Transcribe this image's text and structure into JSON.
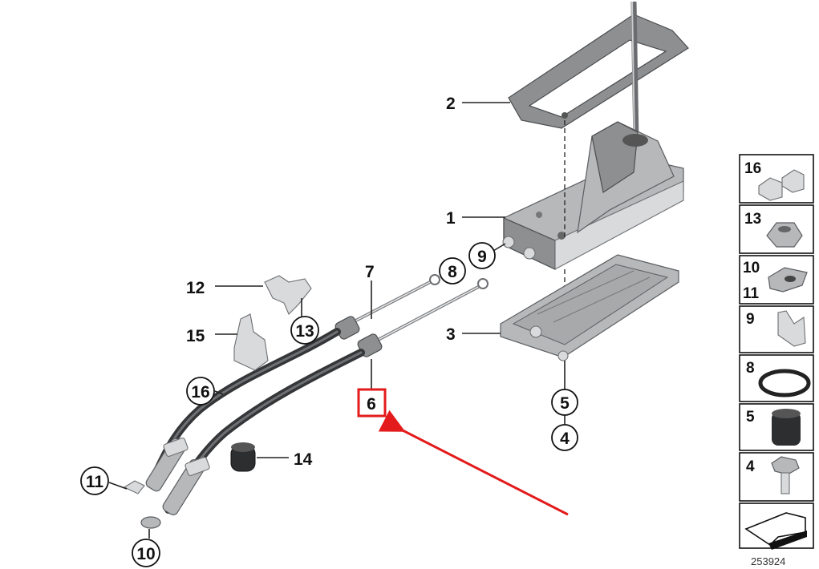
{
  "callouts": {
    "c1": "1",
    "c2": "2",
    "c3": "3",
    "c4": "4",
    "c5": "5",
    "c6": "6",
    "c7": "7",
    "c8": "8",
    "c9": "9",
    "c10": "10",
    "c11": "11",
    "c12": "12",
    "c13": "13",
    "c14": "14",
    "c15": "15",
    "c16": "16"
  },
  "legend": {
    "l16": "16",
    "l13": "13",
    "l10": "10",
    "l11": "11",
    "l9": "9",
    "l8": "8",
    "l5": "5",
    "l4": "4"
  },
  "diagram_id": "253924",
  "highlight": {
    "part": "6",
    "color": "#e31b1b"
  }
}
